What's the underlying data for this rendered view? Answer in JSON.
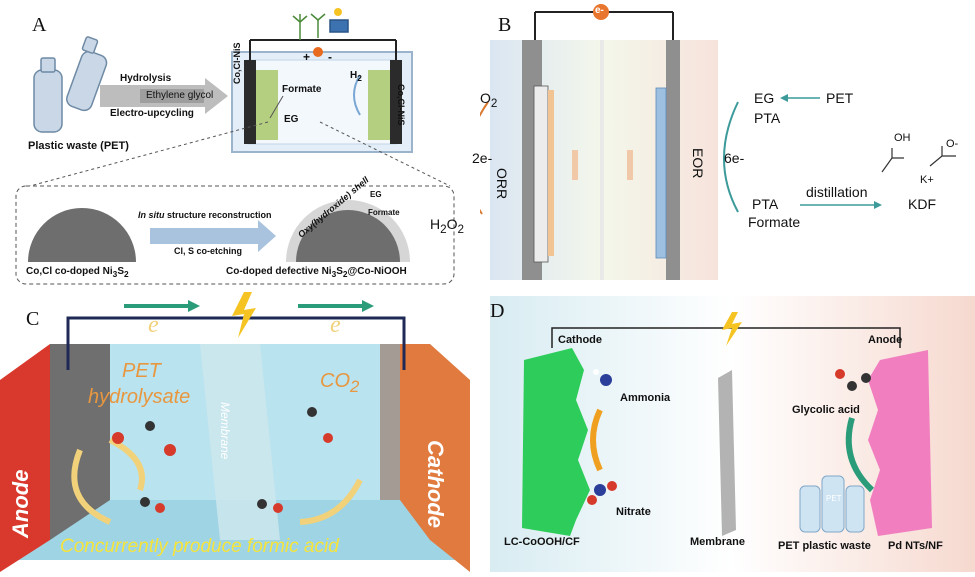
{
  "panelA": {
    "letter": "A",
    "plastic_label": "Plastic waste (PET)",
    "arrow_top": "Hydrolysis",
    "arrow_mid": "Ethylene glycol",
    "arrow_bottom": "Electro-upcycling",
    "plus": "+",
    "minus": "-",
    "left_electrode": "Co,Cl-NiS",
    "right_electrode": "Co,Cl-NiS",
    "formate": "Formate",
    "h2": "H",
    "h2_sub": "2",
    "eg": "EG",
    "reconstruction_1": "In situ",
    "reconstruction_2": "structure reconstruction",
    "coetching": "Cl, S co-etching",
    "shell": "Oxy(hydroxide) shell",
    "shell_eg": "EG",
    "shell_formate": "Formate",
    "left_particle": "Co,Cl co-doped Ni",
    "left_particle_sub1": "3",
    "left_particle_s": "S",
    "left_particle_sub2": "2",
    "right_particle": "Co-doped defective Ni",
    "right_particle_sub1": "3",
    "right_particle_s": "S",
    "right_particle_sub2": "2",
    "right_particle_tail": "@Co-NiOOH"
  },
  "panelB": {
    "letter": "B",
    "electron": "e-",
    "o2": "O",
    "o2_sub": "2",
    "two_e": "2e-",
    "h2o2": "H",
    "h2o2_sub1": "2",
    "h2o2_o": "O",
    "h2o2_sub2": "2",
    "orr": "ORR",
    "eor": "EOR",
    "eg": "EG",
    "pet": "PET",
    "pta_top": "PTA",
    "six_e": "6e-",
    "pta_bottom": "PTA",
    "formate": "Formate",
    "distillation": "distillation",
    "kplus": "K+",
    "kdf": "KDF",
    "oh": "OH",
    "o_minus": "O-"
  },
  "panelC": {
    "letter": "C",
    "e1": "e",
    "e2": "e",
    "pet_line1": "PET",
    "pet_line2": "hydrolysate",
    "co2": "CO",
    "co2_sub": "2",
    "membrane": "Membrane",
    "anode": "Anode",
    "cathode": "Cathode",
    "bottom_text": "Concurrently produce formic acid"
  },
  "panelD": {
    "letter": "D",
    "cathode": "Cathode",
    "anode": "Anode",
    "ammonia": "Ammonia",
    "nitrate": "Nitrate",
    "glycolic": "Glycolic acid",
    "left_material": "LC-CoOOH/CF",
    "membrane": "Membrane",
    "pet_waste": "PET plastic waste",
    "right_material": "Pd NTs/NF",
    "bottle_text": "PET"
  }
}
